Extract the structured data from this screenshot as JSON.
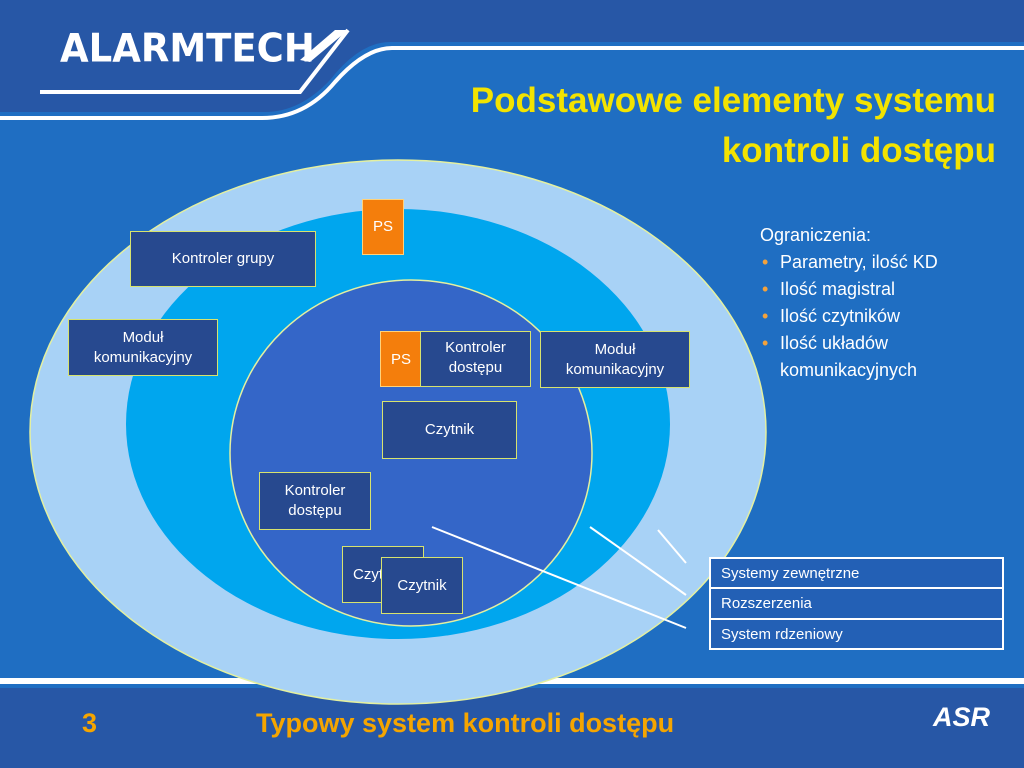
{
  "logo": {
    "text": "ALARMTECH"
  },
  "title": {
    "line1": "Podstawowe elementy systemu",
    "line2": "kontroli dostępu"
  },
  "diagram": {
    "ps_top": "PS",
    "kontroler_grupy": "Kontroler grupy",
    "modul_left_l1": "Moduł",
    "modul_left_l2": "komunikacyjny",
    "ps_inner": "PS",
    "kontroler_center_l1": "Kontroler",
    "kontroler_center_l2": "dostępu",
    "modul_right_l1": "Moduł",
    "modul_right_l2": "komunikacyjny",
    "czytnik_center": "Czytnik",
    "kontroler_lower_l1": "Kontroler",
    "kontroler_lower_l2": "dostępu",
    "czytnik_back": "Czytnik",
    "czytnik_front": "Czytnik"
  },
  "notes": {
    "heading": "Ograniczenia:",
    "items": [
      "Parametry, ilość KD",
      "Ilość magistral",
      "Ilość czytników",
      "Ilość układów komunikacyjnych"
    ]
  },
  "legend": [
    "Systemy zewnętrzne",
    "Rozszerzenia",
    "System rdzeniowy"
  ],
  "footer": {
    "page": "3",
    "title": "Typowy system kontroli dostępu",
    "brand": "ASR"
  },
  "colors": {
    "accent_yellow": "#f3e300",
    "accent_orange": "#f5a500",
    "ps_orange": "#f47e0c"
  }
}
